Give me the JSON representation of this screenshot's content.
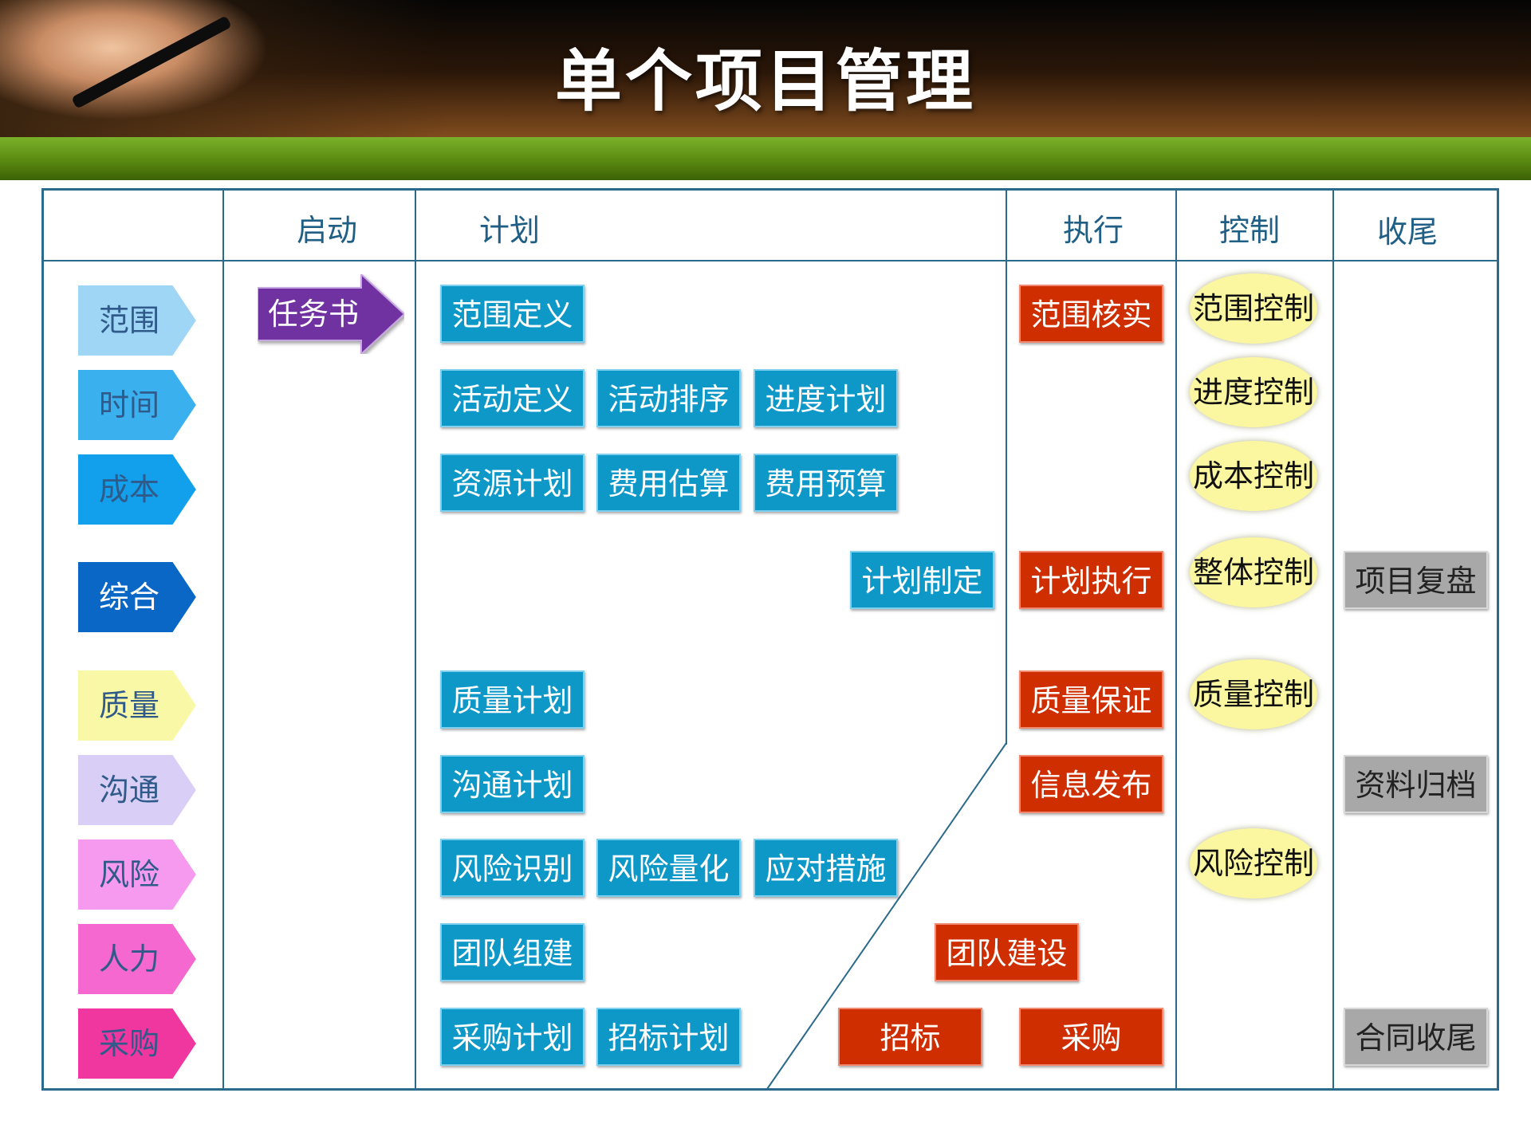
{
  "title": "单个项目管理",
  "columns": {
    "start": "启动",
    "plan": "计划",
    "execute": "执行",
    "control": "控制",
    "close": "收尾"
  },
  "knowledge_areas": [
    {
      "label": "范围",
      "color": "#9fd6f5"
    },
    {
      "label": "时间",
      "color": "#3ab0ee"
    },
    {
      "label": "成本",
      "color": "#12a0ec"
    },
    {
      "label": "综合",
      "color": "#0a67c6"
    },
    {
      "label": "质量",
      "color": "#f8f8a6"
    },
    {
      "label": "沟通",
      "color": "#d9cff6"
    },
    {
      "label": "风险",
      "color": "#f69af0"
    },
    {
      "label": "人力",
      "color": "#f468cf"
    },
    {
      "label": "采购",
      "color": "#f0369f"
    }
  ],
  "start": {
    "charter": "任务书",
    "charter_color": "#7030a0"
  },
  "plan": {
    "scope_definition": "范围定义",
    "activity_definition": "活动定义",
    "activity_sequencing": "活动排序",
    "schedule_planning": "进度计划",
    "resource_planning": "资源计划",
    "cost_estimating": "费用估算",
    "cost_budgeting": "费用预算",
    "plan_development": "计划制定",
    "quality_planning": "质量计划",
    "communication_planning": "沟通计划",
    "risk_identification": "风险识别",
    "risk_quantification": "风险量化",
    "risk_response": "应对措施",
    "team_building": "团队组建",
    "procurement_planning": "采购计划",
    "tender_planning": "招标计划"
  },
  "execute": {
    "scope_verification": "范围核实",
    "plan_execution": "计划执行",
    "quality_assurance": "质量保证",
    "information_distribution": "信息发布",
    "team_development": "团队建设",
    "tendering": "招标",
    "procurement": "采购"
  },
  "control": {
    "scope_control": "范围控制",
    "schedule_control": "进度控制",
    "cost_control": "成本控制",
    "integrated_control": "整体控制",
    "quality_control": "质量控制",
    "risk_control": "风险控制"
  },
  "close": {
    "project_review": "项目复盘",
    "archive": "资料归档",
    "contract_closeout": "合同收尾"
  },
  "colors": {
    "plan_box": "#0e98c8",
    "execute_box": "#cf2e00",
    "close_box": "#a8a8a8",
    "control_oval": "#fbf7a0",
    "frame_line": "#2b6a8a"
  }
}
